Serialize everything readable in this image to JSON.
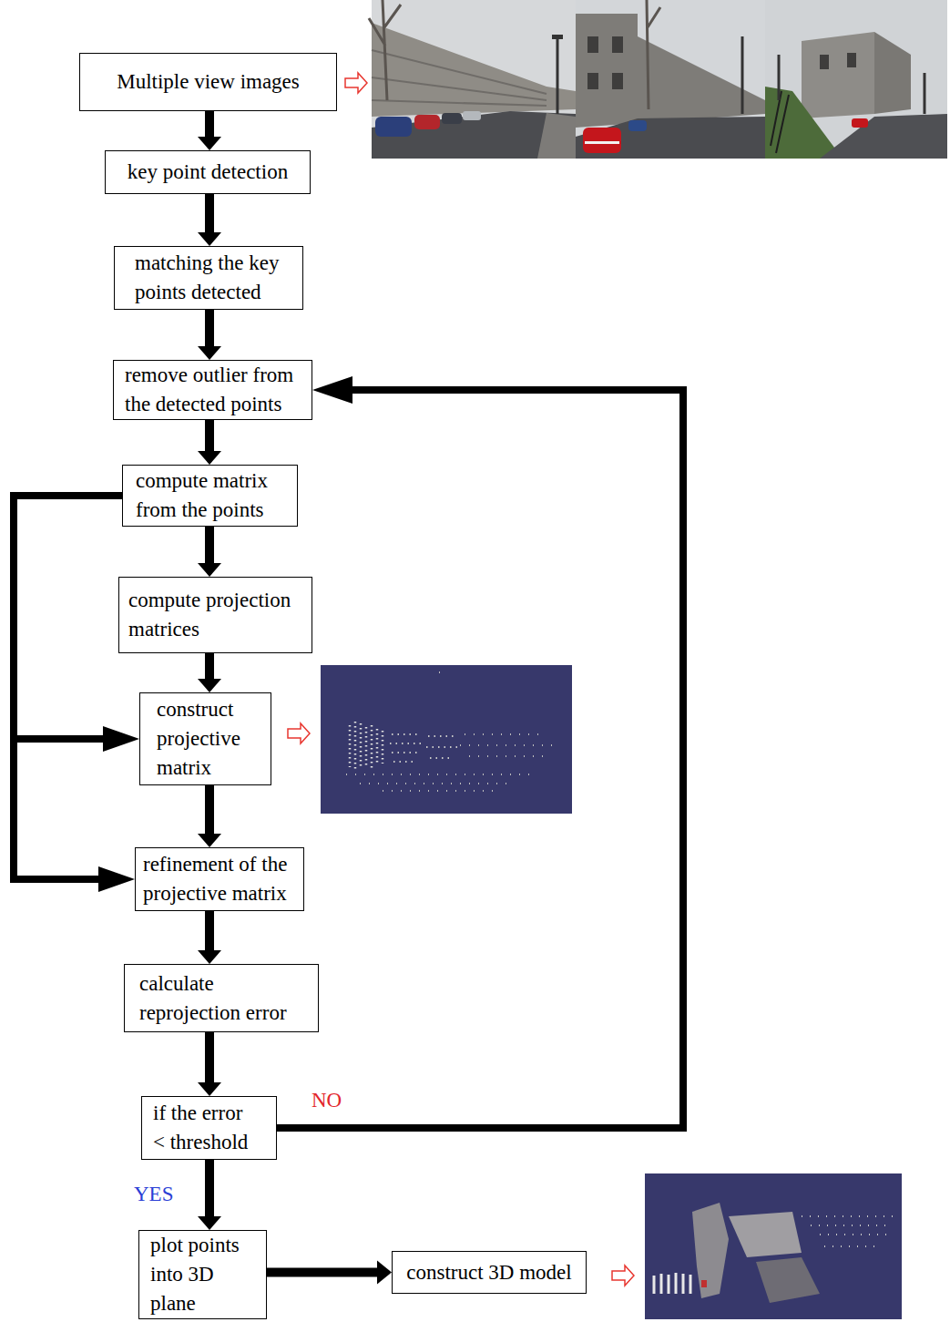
{
  "diagram": {
    "nodes": [
      {
        "text": [
          "Multiple view images"
        ]
      },
      {
        "text": [
          "key point detection"
        ]
      },
      {
        "text": [
          "matching the key points detected"
        ]
      },
      {
        "text": [
          "remove outlier from the detected points"
        ]
      },
      {
        "text": [
          "compute matrix from the points"
        ]
      },
      {
        "text": [
          "compute projection matrices"
        ]
      },
      {
        "text": [
          "construct projective matrix"
        ]
      },
      {
        "text": [
          "refinement of the projective matrix"
        ]
      },
      {
        "text": [
          "calculate reprojection error"
        ]
      },
      {
        "text": [
          "if the error < threshold"
        ]
      },
      {
        "text": [
          "plot points into 3D plane"
        ]
      },
      {
        "text": [
          "construct 3D model"
        ]
      }
    ],
    "edges": [
      {
        "from": 0,
        "to": 1,
        "arrow": "to"
      },
      {
        "from": 1,
        "to": 2,
        "arrow": "to"
      },
      {
        "from": 2,
        "to": 3,
        "arrow": "to"
      },
      {
        "from": 3,
        "to": 4,
        "arrow": "to"
      },
      {
        "from": 4,
        "to": 5,
        "arrow": "to"
      },
      {
        "from": 5,
        "to": 6,
        "arrow": "to"
      },
      {
        "from": 6,
        "to": 7,
        "arrow": "to"
      },
      {
        "from": 7,
        "to": 8,
        "arrow": "to"
      },
      {
        "from": 8,
        "to": 9,
        "arrow": "to"
      },
      {
        "from": 9,
        "to": 3,
        "label": "NO",
        "arrow": "to"
      },
      {
        "from": 9,
        "to": 10,
        "label": "YES",
        "arrow": "to"
      },
      {
        "from": 4,
        "to": 6,
        "arrow": "to"
      },
      {
        "from": 4,
        "to": 7,
        "arrow": "to"
      },
      {
        "from": 10,
        "to": 11,
        "arrow": "to"
      }
    ]
  }
}
